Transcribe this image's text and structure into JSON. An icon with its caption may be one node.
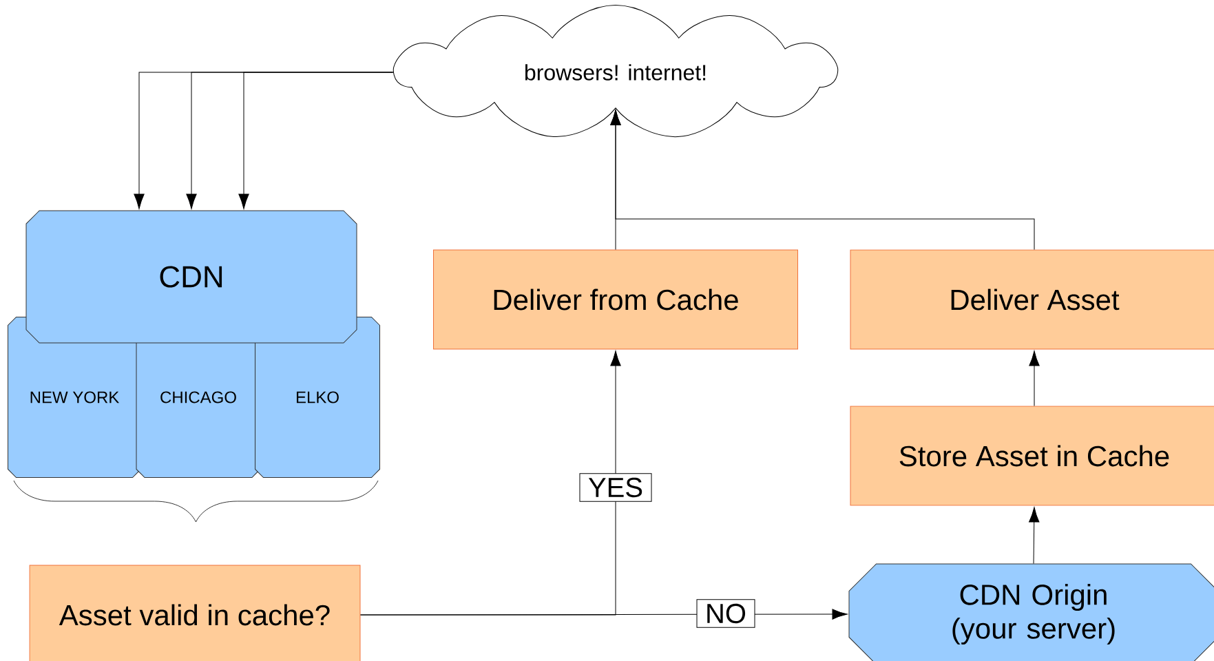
{
  "diagram": {
    "nodes": [
      {
        "text": [
          "browsers! internet!"
        ]
      },
      {
        "text": [
          "CDN"
        ]
      },
      {
        "text": [
          "NEW YORK"
        ]
      },
      {
        "text": [
          "CHICAGO"
        ]
      },
      {
        "text": [
          "ELKO"
        ]
      },
      {
        "text": [
          "Deliver from Cache"
        ]
      },
      {
        "text": [
          "Deliver Asset"
        ]
      },
      {
        "text": [
          "Store Asset in Cache"
        ]
      },
      {
        "text": [
          "Asset valid in cache?"
        ]
      },
      {
        "text": [
          "CDN Origin (your server)"
        ]
      }
    ],
    "edges": [
      {
        "from": 0,
        "to": 1,
        "arrow": "to"
      },
      {
        "from": 0,
        "to": 1,
        "arrow": "to"
      },
      {
        "from": 0,
        "to": 1,
        "arrow": "to"
      },
      {
        "from": 8,
        "to": 5,
        "arrow": "to",
        "label": "YES"
      },
      {
        "from": 8,
        "to": 9,
        "arrow": "to",
        "label": "NO"
      },
      {
        "from": 9,
        "to": 7,
        "arrow": "to"
      },
      {
        "from": 7,
        "to": 6,
        "arrow": "to"
      },
      {
        "from": 5,
        "to": 0,
        "arrow": "to"
      },
      {
        "from": 6,
        "to": 0,
        "arrow": "to"
      }
    ]
  }
}
